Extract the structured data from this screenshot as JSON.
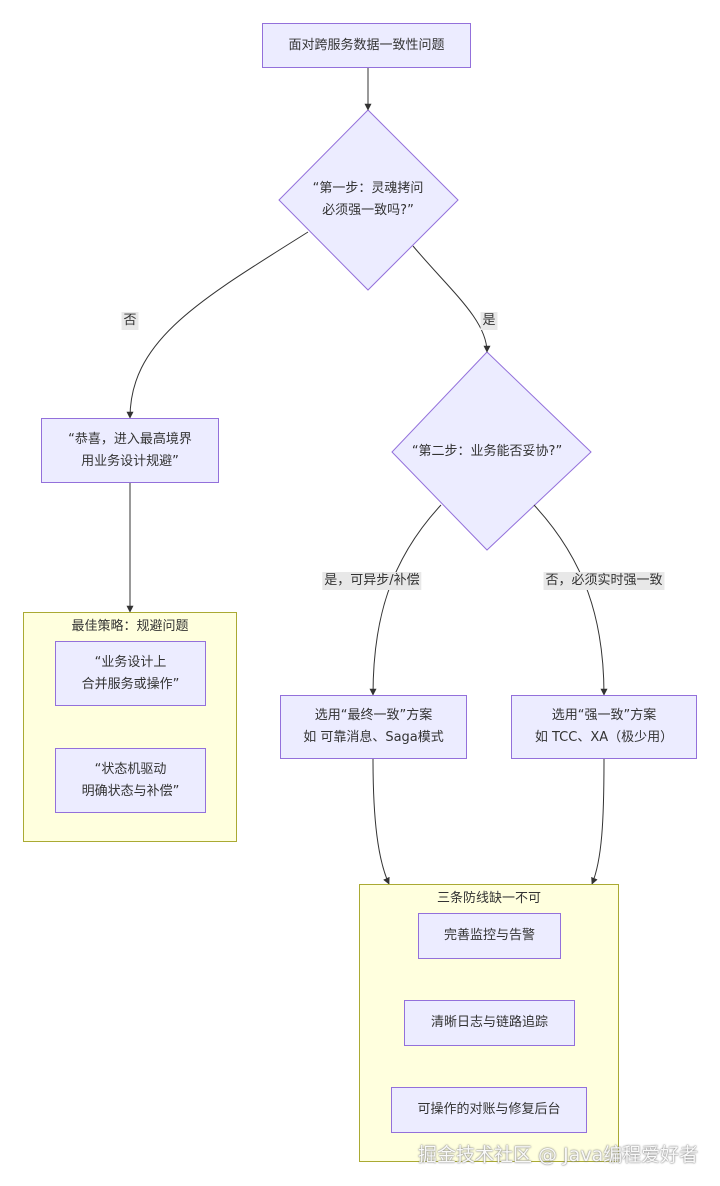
{
  "colors": {
    "node_fill": "#ECECFF",
    "node_border": "#9370DB",
    "cluster_fill": "#ffffde",
    "cluster_border": "#aaaa33",
    "edge": "#333333"
  },
  "nodes": {
    "start": "面对跨服务数据一致性问题",
    "step1": "“第一步：灵魂拷问\n必须强一致吗?”",
    "avoid": "“恭喜，进入最高境界\n用业务设计规避”",
    "step2": "“第二步：业务能否妥协?”",
    "eventual": "选用“最终一致”方案\n如 可靠消息、Saga模式",
    "strong": "选用“强一致”方案\n如 TCC、XA（极少用）"
  },
  "edges": {
    "no1": "否",
    "yes1": "是",
    "yes2": "是，可异步/补偿",
    "no2": "否，必须实时强一致"
  },
  "cluster_best": {
    "title": "最佳策略：规避问题",
    "items": [
      "“业务设计上\n合并服务或操作”",
      "“状态机驱动\n明确状态与补偿”"
    ]
  },
  "cluster_defense": {
    "title": "三条防线缺一不可",
    "items": [
      "完善监控与告警",
      "清晰日志与链路追踪",
      "可操作的对账与修复后台"
    ]
  },
  "watermark": "掘金技术社区 @ Java编程爱好者"
}
